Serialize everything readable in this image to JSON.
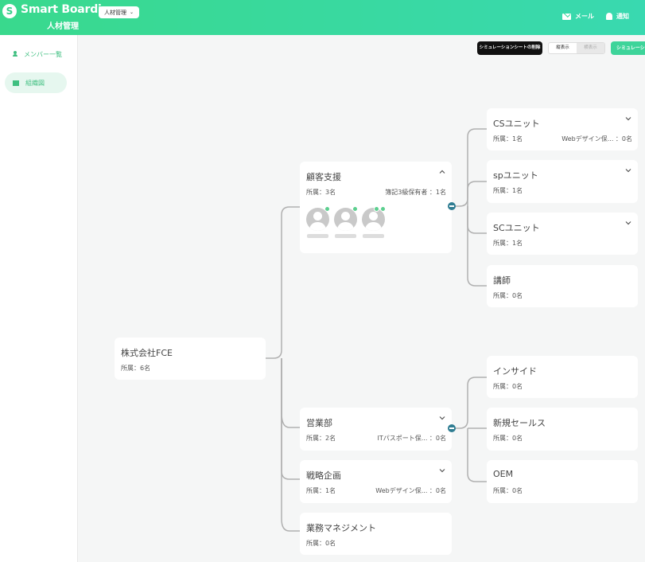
{
  "header": {
    "logo_glyph": "S",
    "app_name": "Smart Boarding",
    "module_select": "人材管理",
    "subtitle": "人材管理",
    "mail_label": "メール",
    "notice_label": "通知"
  },
  "sidebar": {
    "items": [
      {
        "label": "メンバー一覧",
        "icon": "person-icon"
      },
      {
        "label": "組織図",
        "icon": "org-chart-icon"
      }
    ]
  },
  "toolbar": {
    "delete_sim_sheet": "シミュレーションシートの削除",
    "view_toggle": [
      "縦表示",
      "横表示"
    ],
    "simulation_button": "シミュレーション"
  },
  "colors": {
    "header_start": "#39d98d",
    "header_end": "#39d9b0",
    "accent": "#3fbf80",
    "collapse_dot": "#2f7d92"
  },
  "org": {
    "root": {
      "name": "株式会社FCE",
      "members": "所属：6名"
    },
    "departments": [
      {
        "name": "顧客支援",
        "members": "所属：3名",
        "qual": "簿記3級保有者 ：1名",
        "expanded": true
      },
      {
        "name": "営業部",
        "members": "所属：2名",
        "qual": "ITパスポート保... ：0名",
        "expanded": false
      },
      {
        "name": "戦略企画",
        "members": "所属：1名",
        "qual": "Webデザイン保... ：0名",
        "expanded": false
      },
      {
        "name": "業務マネジメント",
        "members": "所属：0名",
        "qual": ""
      }
    ],
    "support_units": [
      {
        "name": "CSユニット",
        "members": "所属：1名",
        "qual": "Webデザイン保... ：0名"
      },
      {
        "name": "spユニット",
        "members": "所属：1名",
        "qual": ""
      },
      {
        "name": "SCユニット",
        "members": "所属：1名",
        "qual": ""
      },
      {
        "name": "講師",
        "members": "所属：0名",
        "qual": ""
      }
    ],
    "sales_units": [
      {
        "name": "インサイド",
        "members": "所属：0名"
      },
      {
        "name": "新規セールス",
        "members": "所属：0名"
      },
      {
        "name": "OEM",
        "members": "所属：0名"
      }
    ]
  }
}
